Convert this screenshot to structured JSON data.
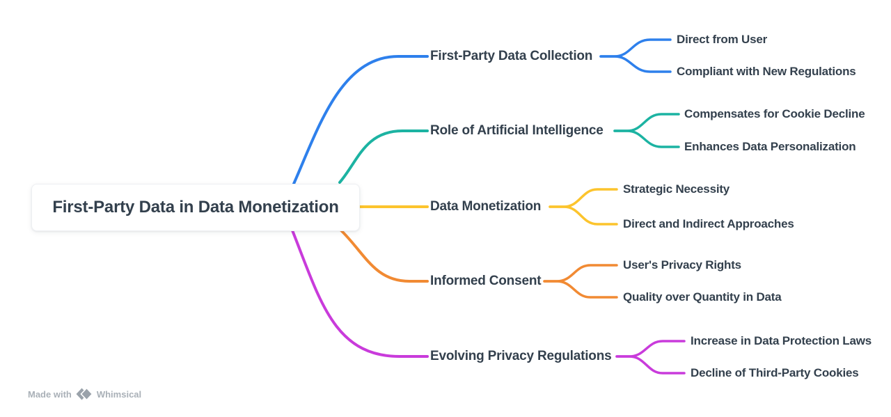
{
  "root": {
    "label": "First-Party Data in Data Monetization"
  },
  "branches": [
    {
      "label": "First-Party Data Collection",
      "color": "#2e80ec",
      "children": [
        "Direct from User",
        "Compliant with New Regulations"
      ]
    },
    {
      "label": "Role of Artificial Intelligence",
      "color": "#1cb3a2",
      "children": [
        "Compensates for Cookie Decline",
        "Enhances Data Personalization"
      ]
    },
    {
      "label": "Data Monetization",
      "color": "#fcc42d",
      "children": [
        "Strategic Necessity",
        "Direct and Indirect Approaches"
      ]
    },
    {
      "label": "Informed Consent",
      "color": "#f18a33",
      "children": [
        "User's Privacy Rights",
        "Quality over Quantity in Data"
      ]
    },
    {
      "label": "Evolving Privacy Regulations",
      "color": "#c93bdb",
      "children": [
        "Increase in Data Protection Laws",
        "Decline of Third-Party Cookies"
      ]
    }
  ],
  "text_color": "#33404d",
  "watermark": {
    "prefix": "Made with",
    "brand": "Whimsical",
    "logo_color": "#9aa2aa"
  }
}
